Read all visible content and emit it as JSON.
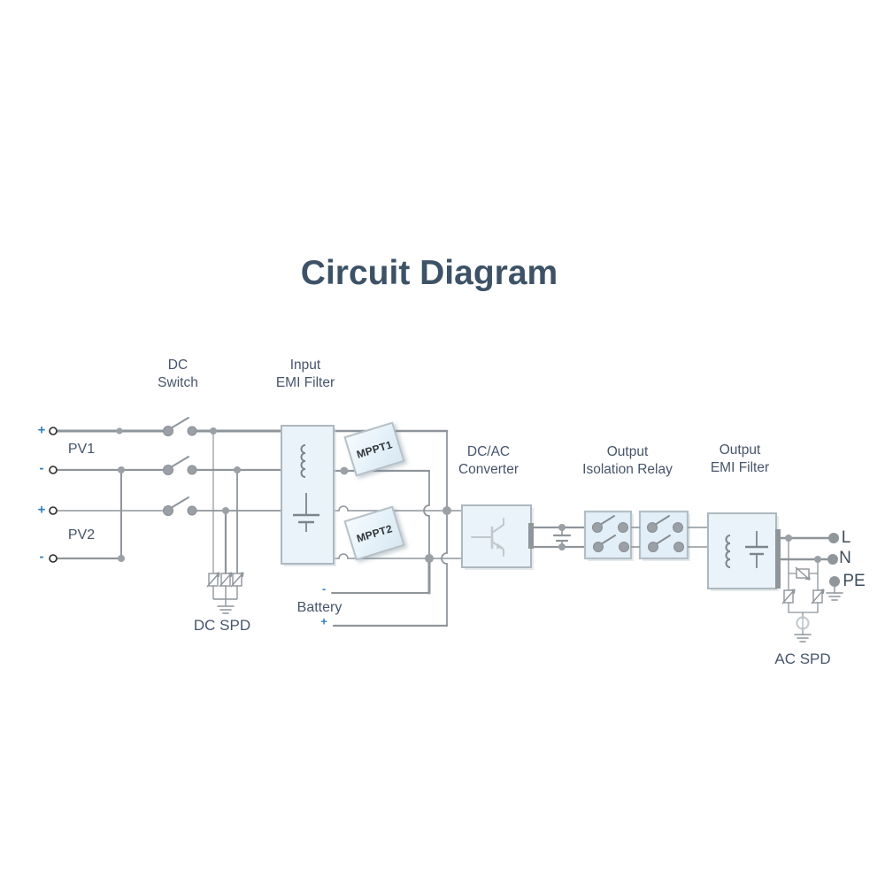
{
  "title": "Circuit Diagram",
  "labels": {
    "pv1": "PV1",
    "pv2": "PV2",
    "pv1_plus": "+",
    "pv1_minus": "-",
    "pv2_plus": "+",
    "pv2_minus": "-",
    "dc_switch_line1": "DC",
    "dc_switch_line2": "Switch",
    "input_emi_line1": "Input",
    "input_emi_line2": "EMI Filter",
    "dc_spd": "DC SPD",
    "mppt1": "MPPT1",
    "mppt2": "MPPT2",
    "battery": "Battery",
    "battery_minus": "-",
    "battery_plus": "+",
    "dcac_line1": "DC/AC",
    "dcac_line2": "Converter",
    "relay_line1": "Output",
    "relay_line2": "Isolation Relay",
    "output_emi_line1": "Output",
    "output_emi_line2": "EMI Filter",
    "ac_spd": "AC SPD",
    "terminal_l": "L",
    "terminal_n": "N",
    "terminal_pe": "PE"
  },
  "colors": {
    "title": "#3d5266",
    "label": "#46556a",
    "accent_blue": "#2f7dbe",
    "wire": "#8e959b",
    "box_fill": "#e9f3f9",
    "box_border": "#adb8be",
    "dot": "#9aa0a6"
  }
}
